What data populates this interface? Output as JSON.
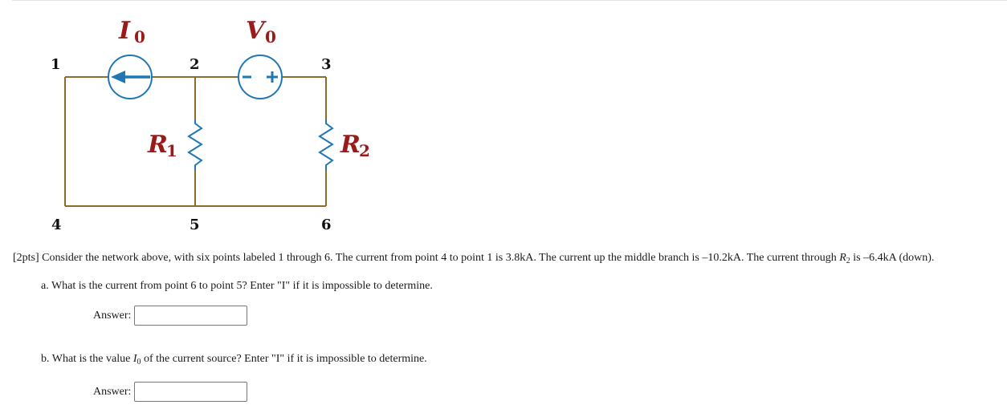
{
  "circuit": {
    "nodes": [
      "1",
      "2",
      "3",
      "4",
      "5",
      "6"
    ],
    "current_source": {
      "symbol": "I",
      "subscript": "0",
      "direction": "left"
    },
    "voltage_source": {
      "symbol": "V",
      "subscript": "0",
      "minus": "−",
      "plus": "+"
    },
    "resistors": [
      {
        "symbol": "R",
        "subscript": "1"
      },
      {
        "symbol": "R",
        "subscript": "2"
      }
    ],
    "colors": {
      "wire": "#8b6b2e",
      "component": "#1f77b4",
      "label": "#9b1b1b"
    }
  },
  "question": {
    "intro_prefix": "[2pts] Consider the network above, with six points labeled 1 through 6. The current from point 4 to point 1 is 3.8kA. The current up the middle branch is –10.2kA. The current through ",
    "intro_var": "R",
    "intro_var_sub": "2",
    "intro_suffix": " is –6.4kA (down).",
    "part_a": "a. What is the current from point 6 to point 5? Enter \"I\" if it is impossible to determine.",
    "part_b_prefix": "b. What is the value ",
    "part_b_var": "I",
    "part_b_var_sub": "0",
    "part_b_suffix": " of the current source? Enter \"I\" if it is impossible to determine.",
    "answer_label": "Answer:",
    "answer_a_value": "",
    "answer_b_value": ""
  }
}
